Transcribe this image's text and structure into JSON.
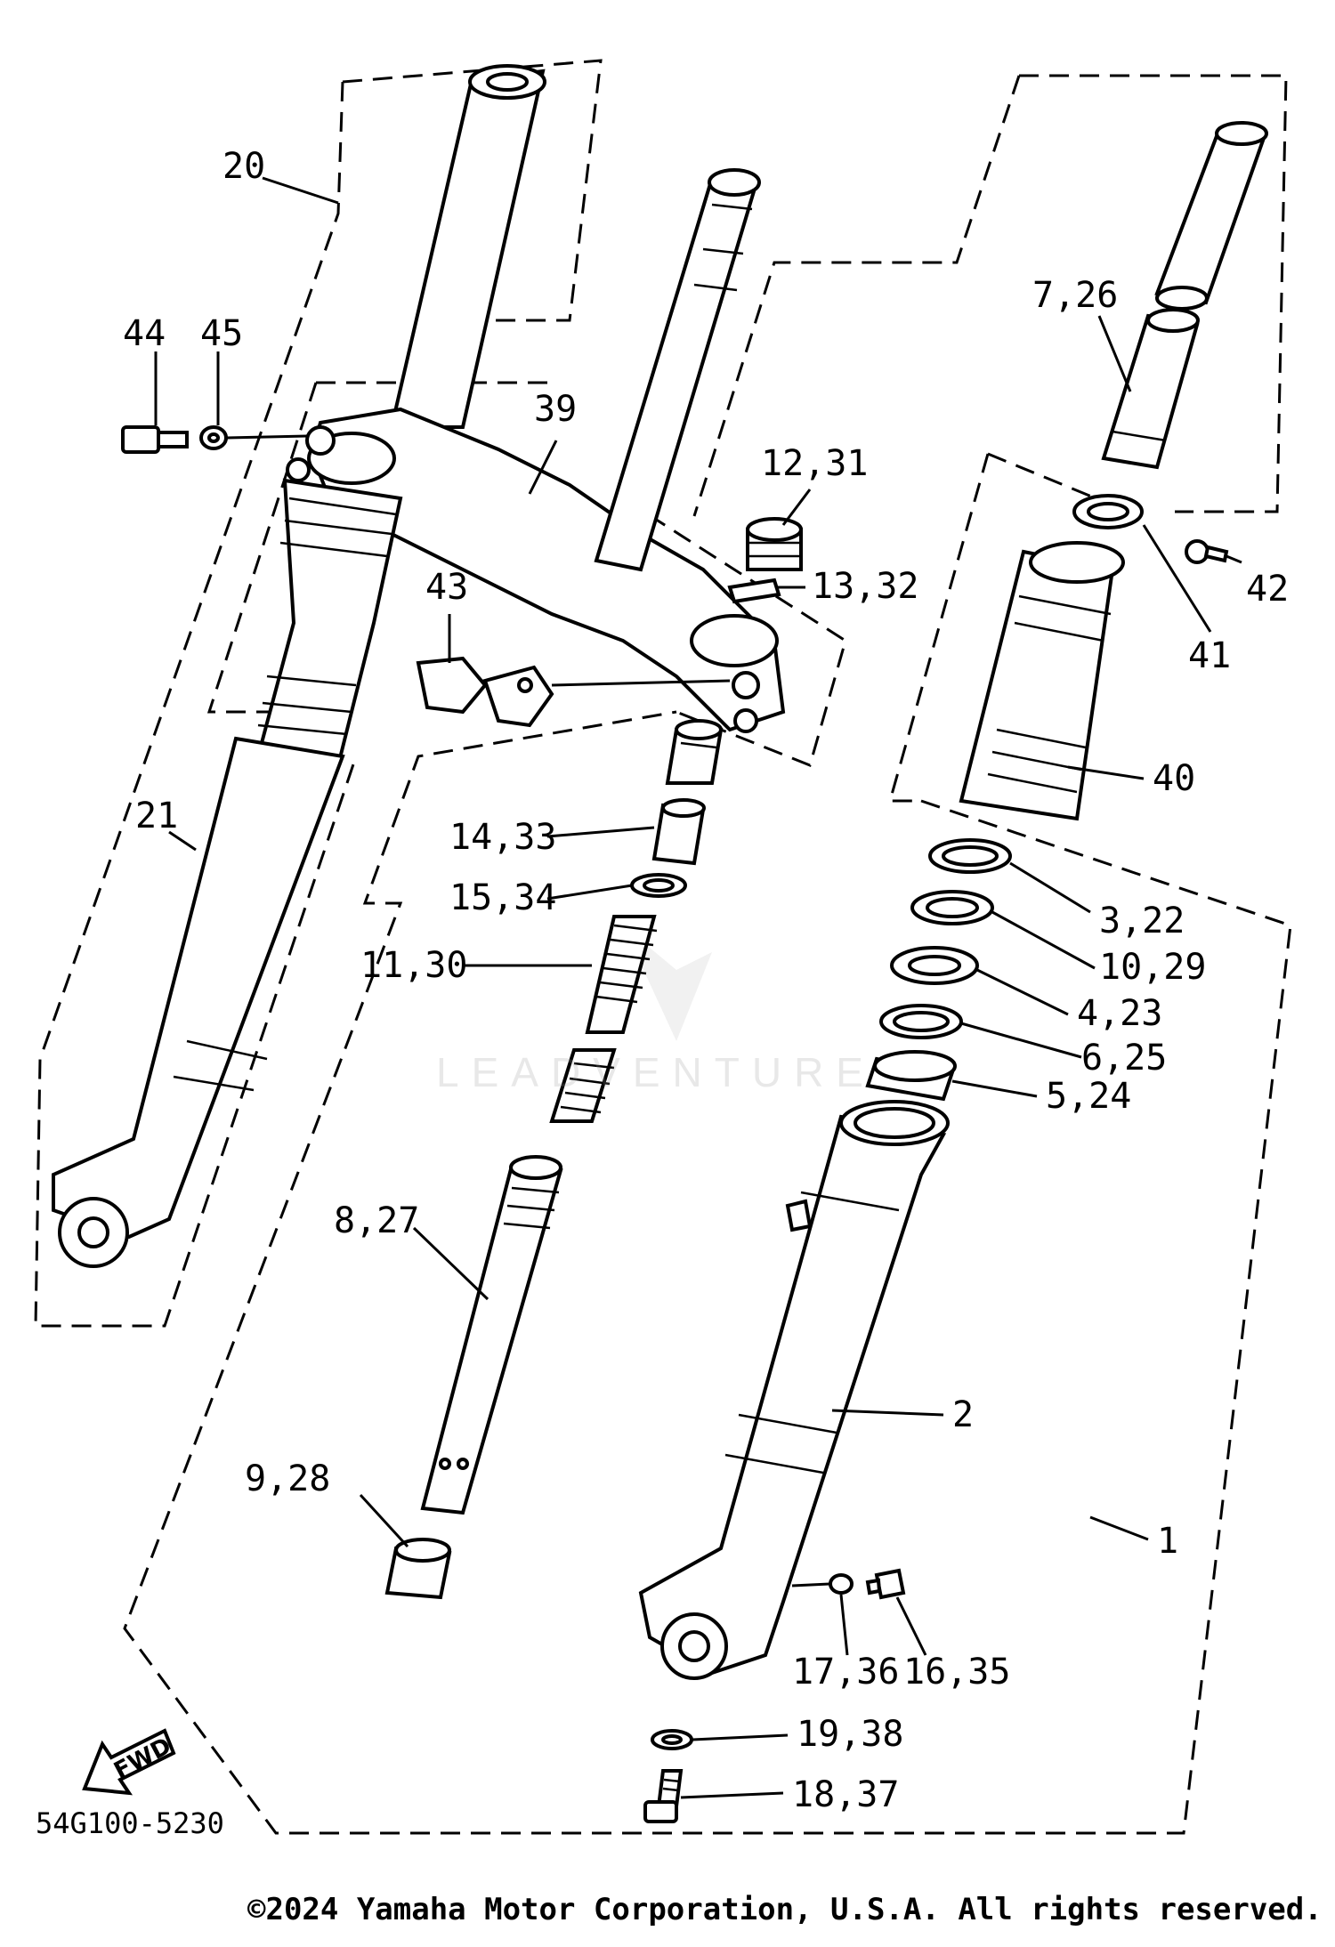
{
  "diagram": {
    "code": "54G100-5230",
    "copyright": "©2024 Yamaha Motor Corporation, U.S.A. All rights reserved.",
    "watermark": "LEADVENTURE",
    "fwd_label": "FWD",
    "callouts": [
      {
        "id": "c20",
        "text": "20"
      },
      {
        "id": "c44",
        "text": "44"
      },
      {
        "id": "c45",
        "text": "45"
      },
      {
        "id": "c39",
        "text": "39"
      },
      {
        "id": "c12_31",
        "text": "12,31"
      },
      {
        "id": "c13_32",
        "text": "13,32"
      },
      {
        "id": "c43",
        "text": "43"
      },
      {
        "id": "c21",
        "text": "21"
      },
      {
        "id": "c14_33",
        "text": "14,33"
      },
      {
        "id": "c15_34",
        "text": "15,34"
      },
      {
        "id": "c11_30",
        "text": "11,30"
      },
      {
        "id": "c8_27",
        "text": "8,27"
      },
      {
        "id": "c9_28",
        "text": "9,28"
      },
      {
        "id": "c7_26",
        "text": "7,26"
      },
      {
        "id": "c42",
        "text": "42"
      },
      {
        "id": "c41",
        "text": "41"
      },
      {
        "id": "c40",
        "text": "40"
      },
      {
        "id": "c3_22",
        "text": "3,22"
      },
      {
        "id": "c10_29",
        "text": "10,29"
      },
      {
        "id": "c4_23",
        "text": "4,23"
      },
      {
        "id": "c6_25",
        "text": "6,25"
      },
      {
        "id": "c5_24",
        "text": "5,24"
      },
      {
        "id": "c2",
        "text": "2"
      },
      {
        "id": "c1",
        "text": "1"
      },
      {
        "id": "c17_36",
        "text": "17,36"
      },
      {
        "id": "c16_35",
        "text": "16,35"
      },
      {
        "id": "c19_38",
        "text": "19,38"
      },
      {
        "id": "c18_37",
        "text": "18,37"
      }
    ]
  }
}
